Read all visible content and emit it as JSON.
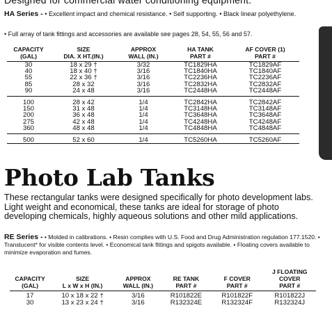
{
  "top_line": "Designed for commercial water conditioning equipment.",
  "ha_section": {
    "series_label": "HA Series -",
    "features": "• Excellent impact and chemical resistance. • Self supporting. • Black linear polyethylene.",
    "note": "• Full array of tank fittings and accessories are available see pages 28, 54, 55, 56 and 57.",
    "columns": [
      "CAPACITY (GAL)",
      "SIZE DIA. X HT.(IN.)",
      "APPROX WALL (IN.)",
      "HA TANK PART #",
      "AF COVER (1) PART #"
    ],
    "rows": [
      [
        "30",
        "18 x 29 †",
        "3/32",
        "TC1829HA",
        "TC1829AF"
      ],
      [
        "40",
        "18 x 40 †",
        "3/16",
        "TC1840HA",
        "TC1840AF"
      ],
      [
        "55",
        "22 x 36 †",
        "3/16",
        "TC2236HA",
        "TC2236AF"
      ],
      [
        "85",
        "28 x 32",
        "3/16",
        "TC2832HA",
        "TC2832AF"
      ],
      [
        "90",
        "24 x 48",
        "3/16",
        "TC2448HA",
        "TC2448AF"
      ],
      [
        "100",
        "28 x 42",
        "1/4",
        "TC2842HA",
        "TC2842AF"
      ],
      [
        "150",
        "31 x 48",
        "1/4",
        "TC3148HA",
        "TC3148AF"
      ],
      [
        "200",
        "36 x 48",
        "1/4",
        "TC3648HA",
        "TC3648AF"
      ],
      [
        "275",
        "42 x 48",
        "1/4",
        "TC4248HA",
        "TC4248AF"
      ],
      [
        "360",
        "48 x 48",
        "1/4",
        "TC4848HA",
        "TC4848AF"
      ],
      [
        "500",
        "52 x 60",
        "1/4",
        "TC5260HA",
        "TC5260AF"
      ]
    ]
  },
  "photo_lab": {
    "title": "Photo Lab Tanks",
    "intro": "These rectangular tanks were designed specifically for photo development labs. Light weight and economical, these tanks are ideal for storage of photo developing chemicals, highly aqueous solutions and other mild applications."
  },
  "re_section": {
    "series_label": "RE Series -",
    "features": "• Molded in calibrations. • Resin complies with U.S. Food and Drug Administration regulation 177.1520. • Translucent* for visible contents level. • Economical tank fittings and spigots available. • Floating covers available to minimize evaporation and fumes.",
    "columns": [
      "CAPACITY (GAL)",
      "SIZE L x W x H (IN.)",
      "APPROX WALL (IN.)",
      "RE TANK PART #",
      "F COVER PART #",
      "J FLOATING COVER PART #"
    ],
    "rows": [
      [
        "17",
        "10 x 18 x 22 †",
        "3/16",
        "R101822E",
        "R101822F",
        "R101822J"
      ],
      [
        "30",
        "13 x 23 x 24 †",
        "3/16",
        "R132324E",
        "R132324F",
        "R132324J"
      ]
    ]
  }
}
